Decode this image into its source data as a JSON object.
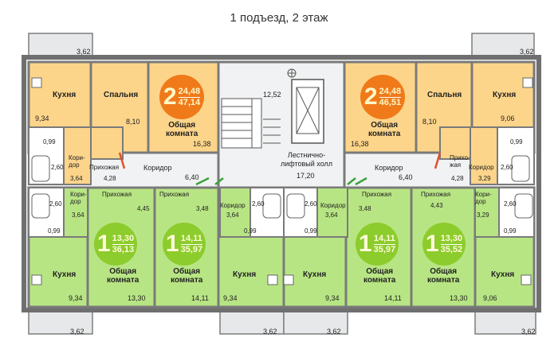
{
  "title": "1 подъезд, 2 этаж",
  "colors": {
    "orange_fill": "#fdd58a",
    "orange_badge": "#f07a1a",
    "green_fill": "#b8e584",
    "green_badge": "#8ccc2c",
    "corridor": "#f1f2f3",
    "wall": "#707070"
  },
  "balcony_dims": {
    "top_left": "3,62",
    "top_right": "3,62",
    "bottom_1": "3,62",
    "bottom_2": "3,62",
    "bottom_3": "3,62",
    "bottom_4": "3,62"
  },
  "stair": {
    "dim": "12,52"
  },
  "hall": {
    "name": "Лестнично-\nлифтовый холл",
    "area": "17,20"
  },
  "corridor_left": {
    "name": "Коридор",
    "area": "6,40"
  },
  "corridor_right": {
    "name": "Коридор",
    "area": "6,40"
  },
  "apt_top_left": {
    "rooms": 2,
    "total": "47,14",
    "living": "24,48",
    "kitchen": {
      "name": "Кухня",
      "area": "9,34"
    },
    "bedroom": {
      "name": "Спальня",
      "area": "8,10"
    },
    "common": {
      "name": "Общая\nкомната",
      "area": "16,38"
    },
    "corridor": {
      "name": "Кори-\nдор",
      "area": "3,64"
    },
    "hall": {
      "name": "Прихожая",
      "area": "4,28"
    },
    "bath": "2,60",
    "wc": "0,99"
  },
  "apt_top_right": {
    "rooms": 2,
    "total": "46,51",
    "living": "24,48",
    "kitchen": {
      "name": "Кухня",
      "area": "9,06"
    },
    "bedroom": {
      "name": "Спальня",
      "area": "8,10"
    },
    "common": {
      "name": "Общая\nкомната",
      "area": "16,38"
    },
    "corridor": {
      "name": "Коридор",
      "area": "3,29"
    },
    "hall": {
      "name": "Прихо-\nжая",
      "area": "4,28"
    },
    "bath": "2,60",
    "wc": "0,99"
  },
  "apt_b1": {
    "rooms": 1,
    "total": "36,13",
    "living": "13,30",
    "kitchen": {
      "name": "Кухня",
      "area": "9,34"
    },
    "common": {
      "name": "Общая\nкомната",
      "area": "13,30"
    },
    "corridor": {
      "name": "Кори-\nдор",
      "area": "3,64"
    },
    "hall": {
      "name": "Прихожая",
      "area": "4,45"
    },
    "bath": "2,60",
    "wc": "0,99"
  },
  "apt_b2": {
    "rooms": 1,
    "total": "35,97",
    "living": "14,11",
    "kitchen": {
      "name": "Кухня",
      "area": "9,34"
    },
    "common": {
      "name": "Общая\nкомната",
      "area": "14,11"
    },
    "corridor": {
      "name": "Коридор",
      "area": "3,64"
    },
    "hall": {
      "name": "Прихожая",
      "area": "3,48"
    },
    "bath": "2,60",
    "wc": "0,99"
  },
  "apt_b3": {
    "rooms": 1,
    "total": "35,97",
    "living": "14,11",
    "kitchen": {
      "name": "Кухня",
      "area": "9,34"
    },
    "common": {
      "name": "Общая\nкомната",
      "area": "14,11"
    },
    "corridor": {
      "name": "Коридор",
      "area": "3,64"
    },
    "hall": {
      "name": "Прихожая",
      "area": "3,48"
    },
    "bath": "2,60",
    "wc": "0,99"
  },
  "apt_b4": {
    "rooms": 1,
    "total": "35,52",
    "living": "13,30",
    "kitchen": {
      "name": "Кухня",
      "area": "9,06"
    },
    "common": {
      "name": "Общая\nкомната",
      "area": "13,30"
    },
    "corridor": {
      "name": "Кори-\nдор",
      "area": "3,29"
    },
    "hall": {
      "name": "Прихожая",
      "area": "4,43"
    },
    "bath": "2,60",
    "wc": "0,99"
  }
}
